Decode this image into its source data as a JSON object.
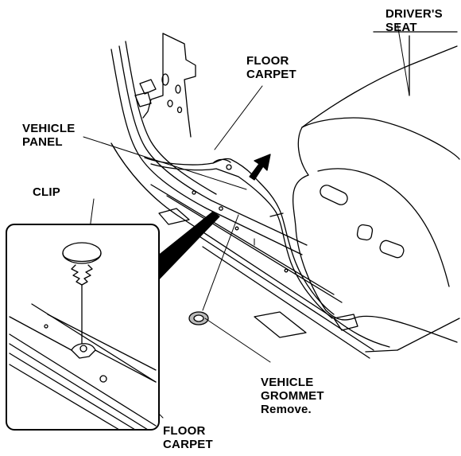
{
  "labels": {
    "drivers_seat": [
      "DRIVER'S",
      "SEAT"
    ],
    "floor_carpet_top": [
      "FLOOR",
      "CARPET"
    ],
    "vehicle_panel": [
      "VEHICLE",
      "PANEL"
    ],
    "clip": "CLIP",
    "vehicle_grommet": [
      "VEHICLE",
      "GROMMET",
      "Remove."
    ],
    "floor_carpet_bottom": [
      "FLOOR",
      "CARPET"
    ]
  }
}
